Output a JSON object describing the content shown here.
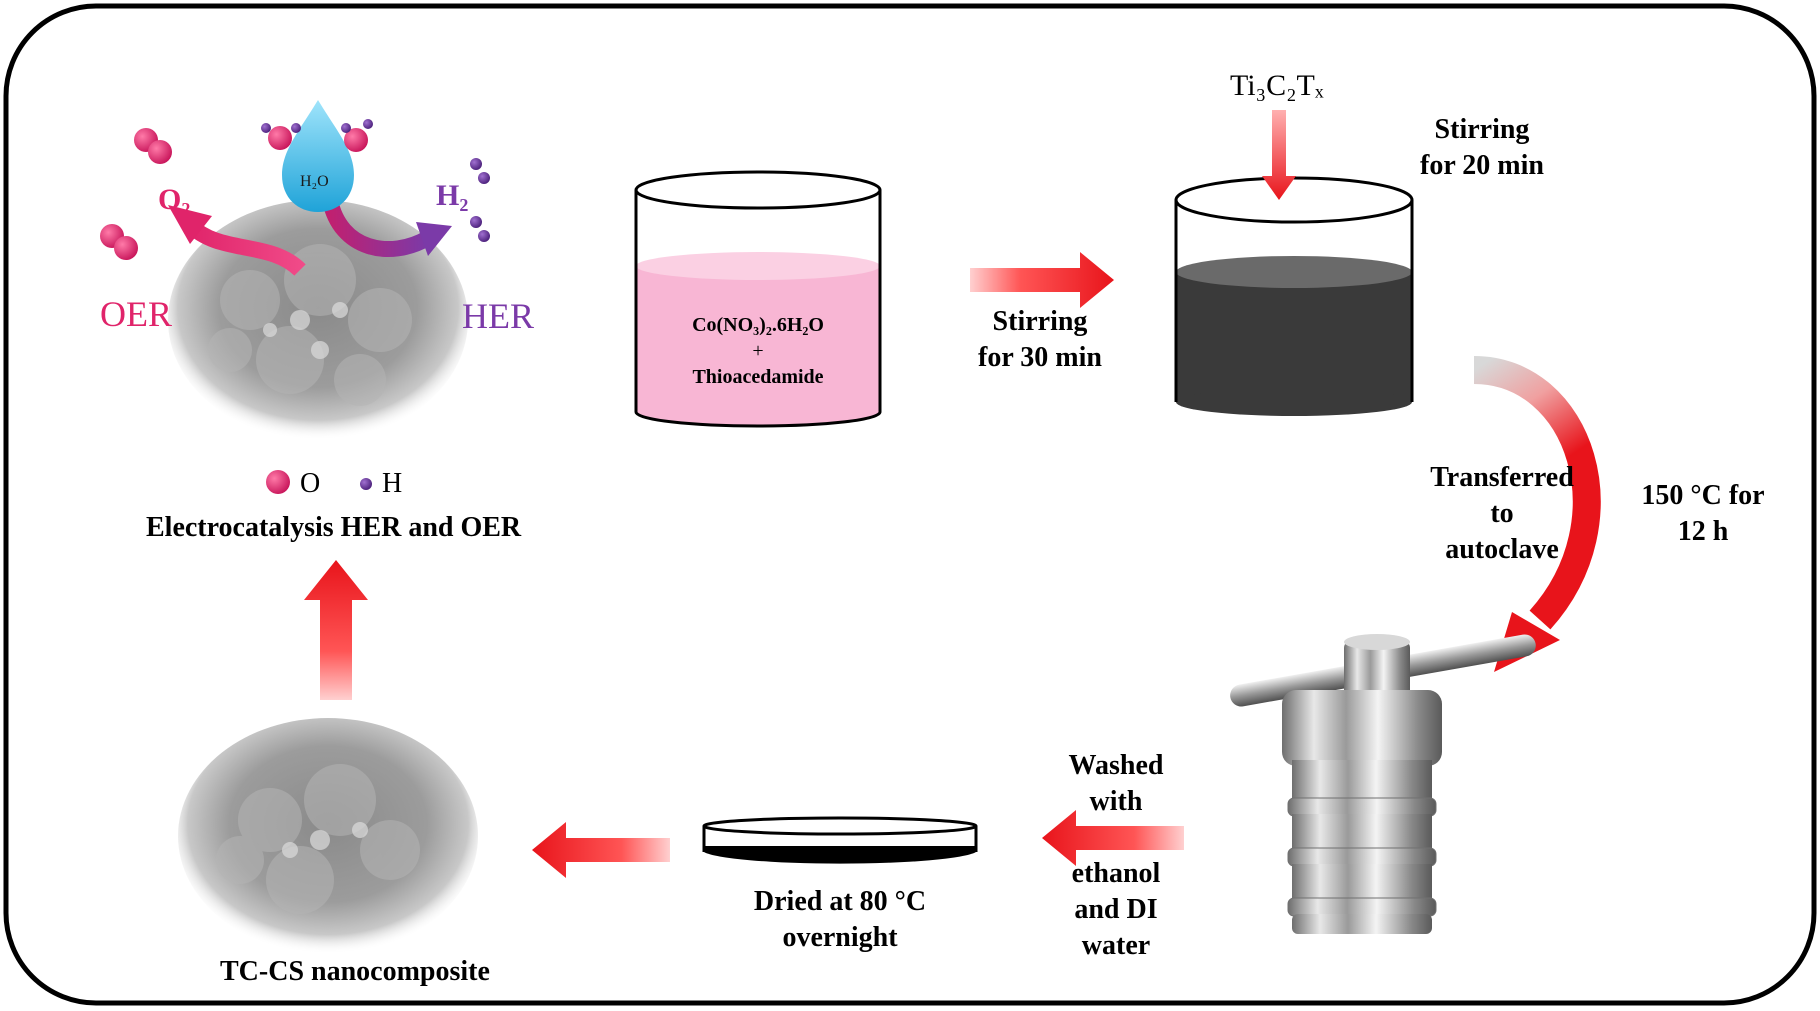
{
  "colors": {
    "arrow_red": "#e8141b",
    "pink_solution": "#f8b6d4",
    "dark_solution": "#3a3a3a",
    "oxygen_pink": "#e0246a",
    "hydrogen_purple": "#6b2fa0",
    "her_purple": "#7b3aa8",
    "oer_pink": "#e0246a",
    "water_blue": "#4fc3e8"
  },
  "top_left": {
    "h2o": "H₂O",
    "o2": "O₂",
    "h2": "H₂",
    "oer": "OER",
    "her": "HER",
    "legend_o": "O",
    "legend_h": "H",
    "caption": "Electrocatalysis HER and OER"
  },
  "beaker1": {
    "line1": "Co(NO₃)₂.6H₂O",
    "line2": "+",
    "line3": "Thioacedamide"
  },
  "step1": {
    "line1": "Stirring",
    "line2": "for 30 min"
  },
  "beaker2": {
    "reagent": "Ti₃C₂Tₓ",
    "stir1": "Stirring",
    "stir2": "for 20 min"
  },
  "step2": {
    "line1": "Transferred",
    "line2": "to",
    "line3": "autoclave"
  },
  "step2b": {
    "line1": "150 °C for",
    "line2": "12 h"
  },
  "step3": {
    "line1": "Washed",
    "line2": "with",
    "line3": "ethanol",
    "line4": "and DI",
    "line5": "water"
  },
  "step4": {
    "line1": "Dried at 80 °C",
    "line2": "overnight"
  },
  "product": {
    "caption": "TC-CS nanocomposite"
  }
}
